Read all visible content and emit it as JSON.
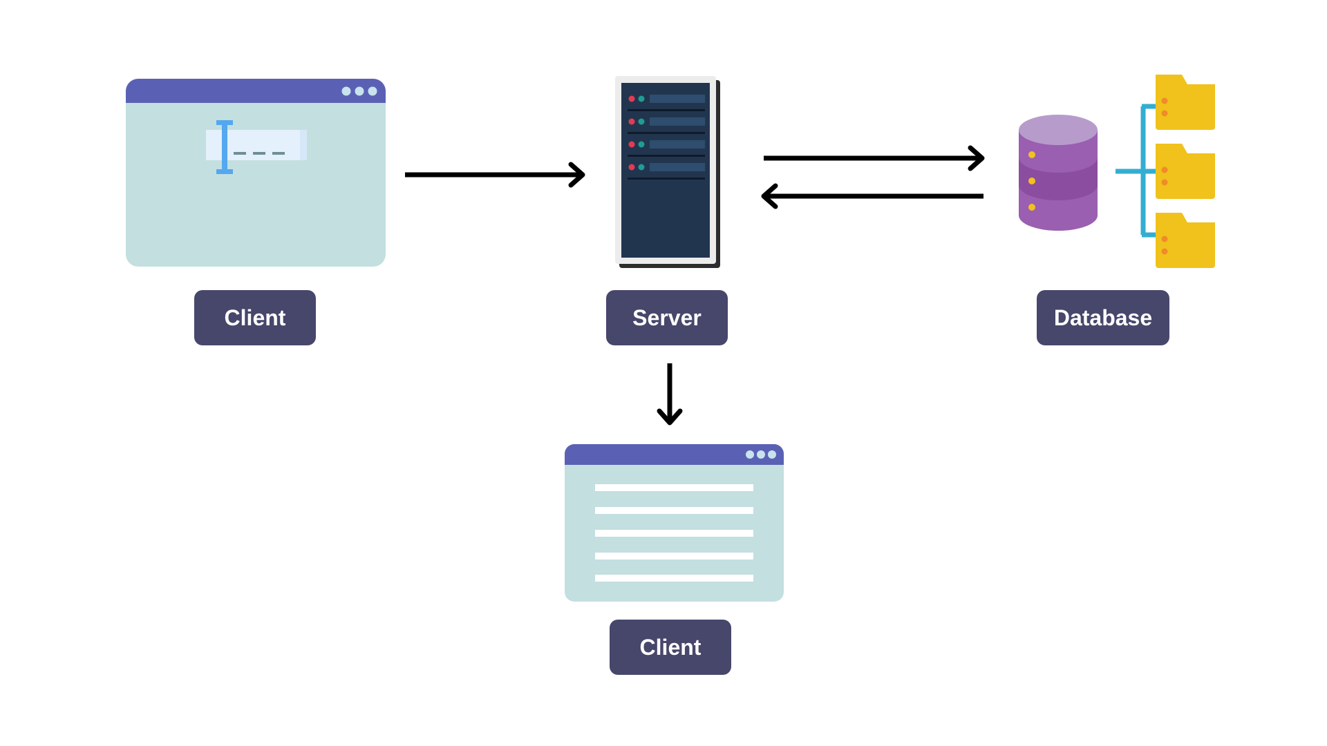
{
  "nodes": {
    "client_top": {
      "label": "Client"
    },
    "server": {
      "label": "Server"
    },
    "database": {
      "label": "Database"
    },
    "client_bottom": {
      "label": "Client"
    }
  },
  "colors": {
    "label_bg": "#47466b",
    "label_text": "#ffffff",
    "window_title_bar": "#5a61b5",
    "window_body": "#c3dfe0",
    "server_body": "#22354f",
    "database_purple": "#9a5fb0",
    "folder_yellow": "#f0c21b",
    "connector_blue": "#33aed1",
    "arrow": "#000000"
  },
  "icons": {
    "client_top": "browser-input-window-icon",
    "server": "server-rack-icon",
    "database": "database-with-folders-icon",
    "client_bottom": "browser-document-window-icon"
  }
}
